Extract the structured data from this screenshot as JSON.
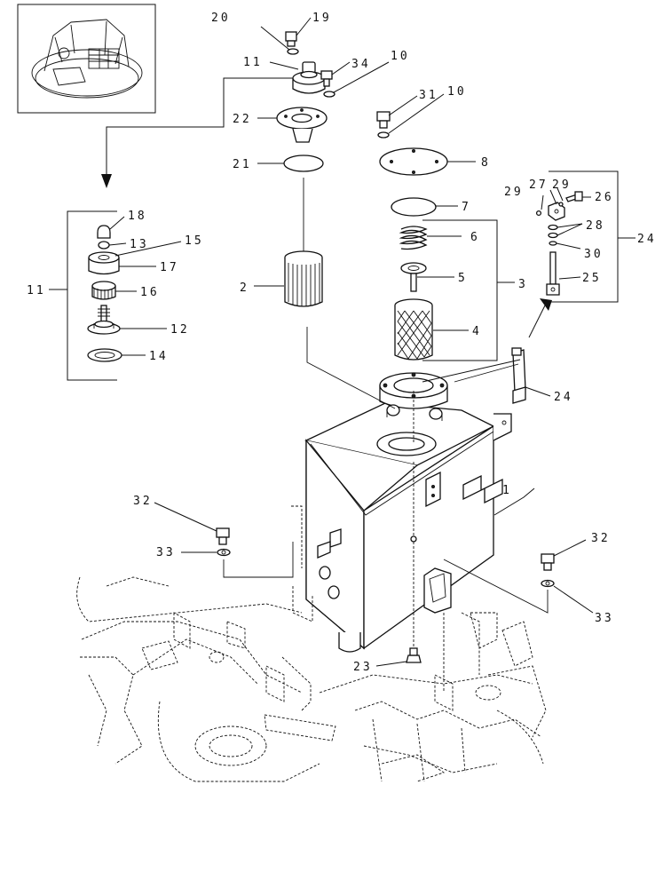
{
  "callouts": {
    "c1": "1",
    "c2": "2",
    "c3": "3",
    "c4": "4",
    "c5": "5",
    "c6": "6",
    "c7": "7",
    "c8": "8",
    "c10a": "10",
    "c10b": "10",
    "c11a": "11",
    "c11b": "11",
    "c12": "12",
    "c13": "13",
    "c14": "14",
    "c15": "15",
    "c16": "16",
    "c17": "17",
    "c18": "18",
    "c19": "19",
    "c20": "20",
    "c21": "21",
    "c22": "22",
    "c23": "23",
    "c24a": "24",
    "c24b": "24",
    "c25": "25",
    "c26": "26",
    "c27": "27",
    "c28": "28",
    "c29a": "29",
    "c29b": "29",
    "c30": "30",
    "c31": "31",
    "c32a": "32",
    "c32b": "32",
    "c33a": "33",
    "c33b": "33",
    "c34": "34"
  }
}
